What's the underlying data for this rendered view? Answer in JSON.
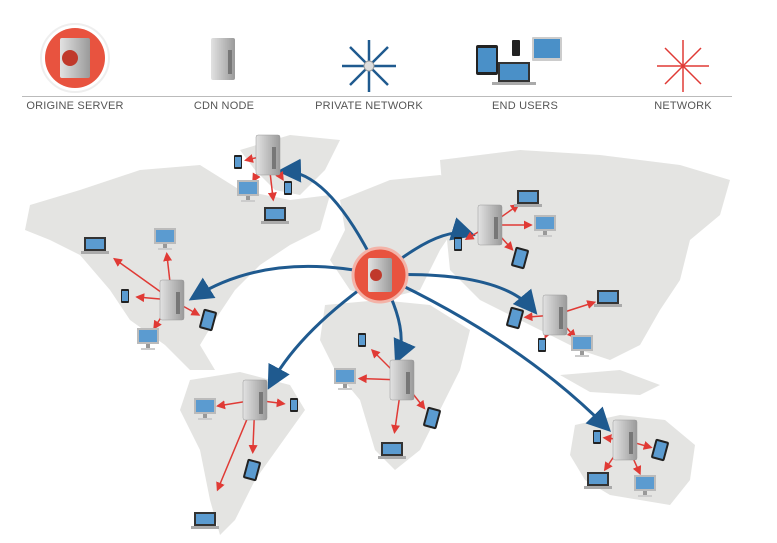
{
  "legend": {
    "items": [
      {
        "label": "ORIGINE SERVER",
        "icon": "origin-server-icon"
      },
      {
        "label": "CDN NODE",
        "icon": "cdn-node-icon"
      },
      {
        "label": "PRIVATE NETWORK",
        "icon": "private-network-icon"
      },
      {
        "label": "END USERS",
        "icon": "end-users-icon"
      },
      {
        "label": "NETWORK",
        "icon": "network-icon"
      }
    ]
  },
  "colors": {
    "origin": "#e8533f",
    "private_network": "#1f5a8f",
    "network": "#e03a35",
    "land": "#e4e4e2",
    "server": "#c8c8c8"
  }
}
